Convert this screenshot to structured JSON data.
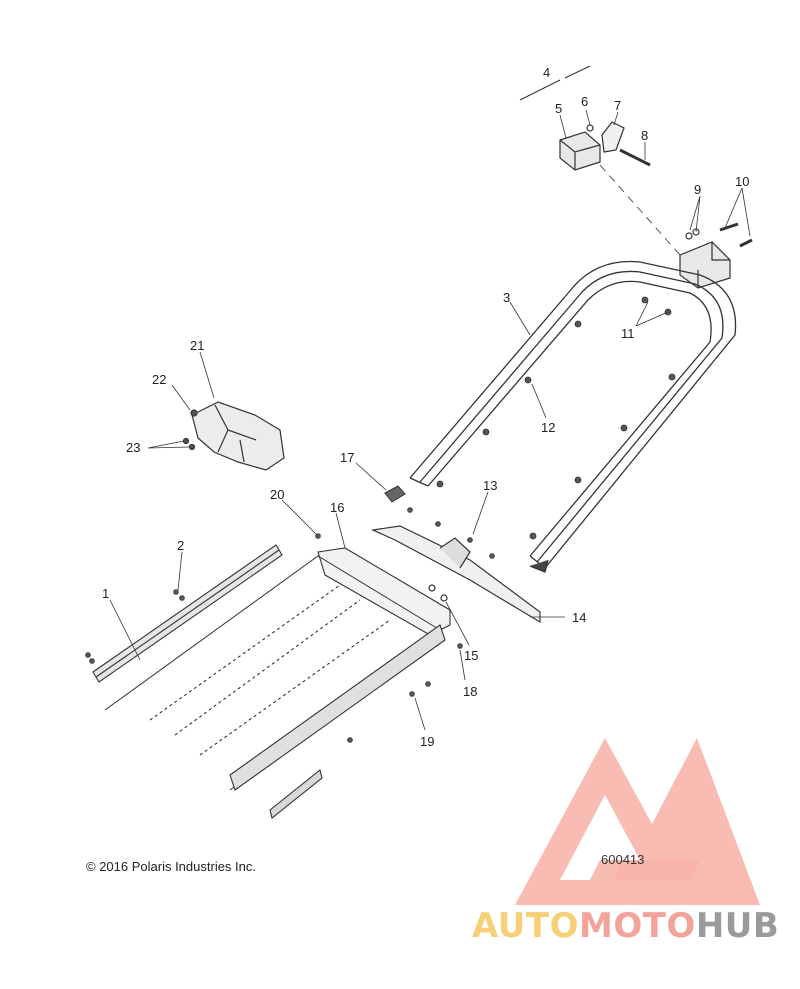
{
  "callouts": [
    "1",
    "2",
    "3",
    "4",
    "5",
    "6",
    "7",
    "8",
    "9",
    "10",
    "11",
    "12",
    "13",
    "14",
    "15",
    "16",
    "17",
    "18",
    "19",
    "20",
    "21",
    "22",
    "23"
  ],
  "copyright": "© 2016 Polaris Industries Inc.",
  "part_number": "600413",
  "brand": {
    "part1": "AUTO",
    "part2": "MOTO",
    "part3": "HUB"
  },
  "colors": {
    "line": "#333333",
    "logo_red": "#f05a4a",
    "logo_yellow": "#f5c96a",
    "logo_gray": "#999999"
  }
}
